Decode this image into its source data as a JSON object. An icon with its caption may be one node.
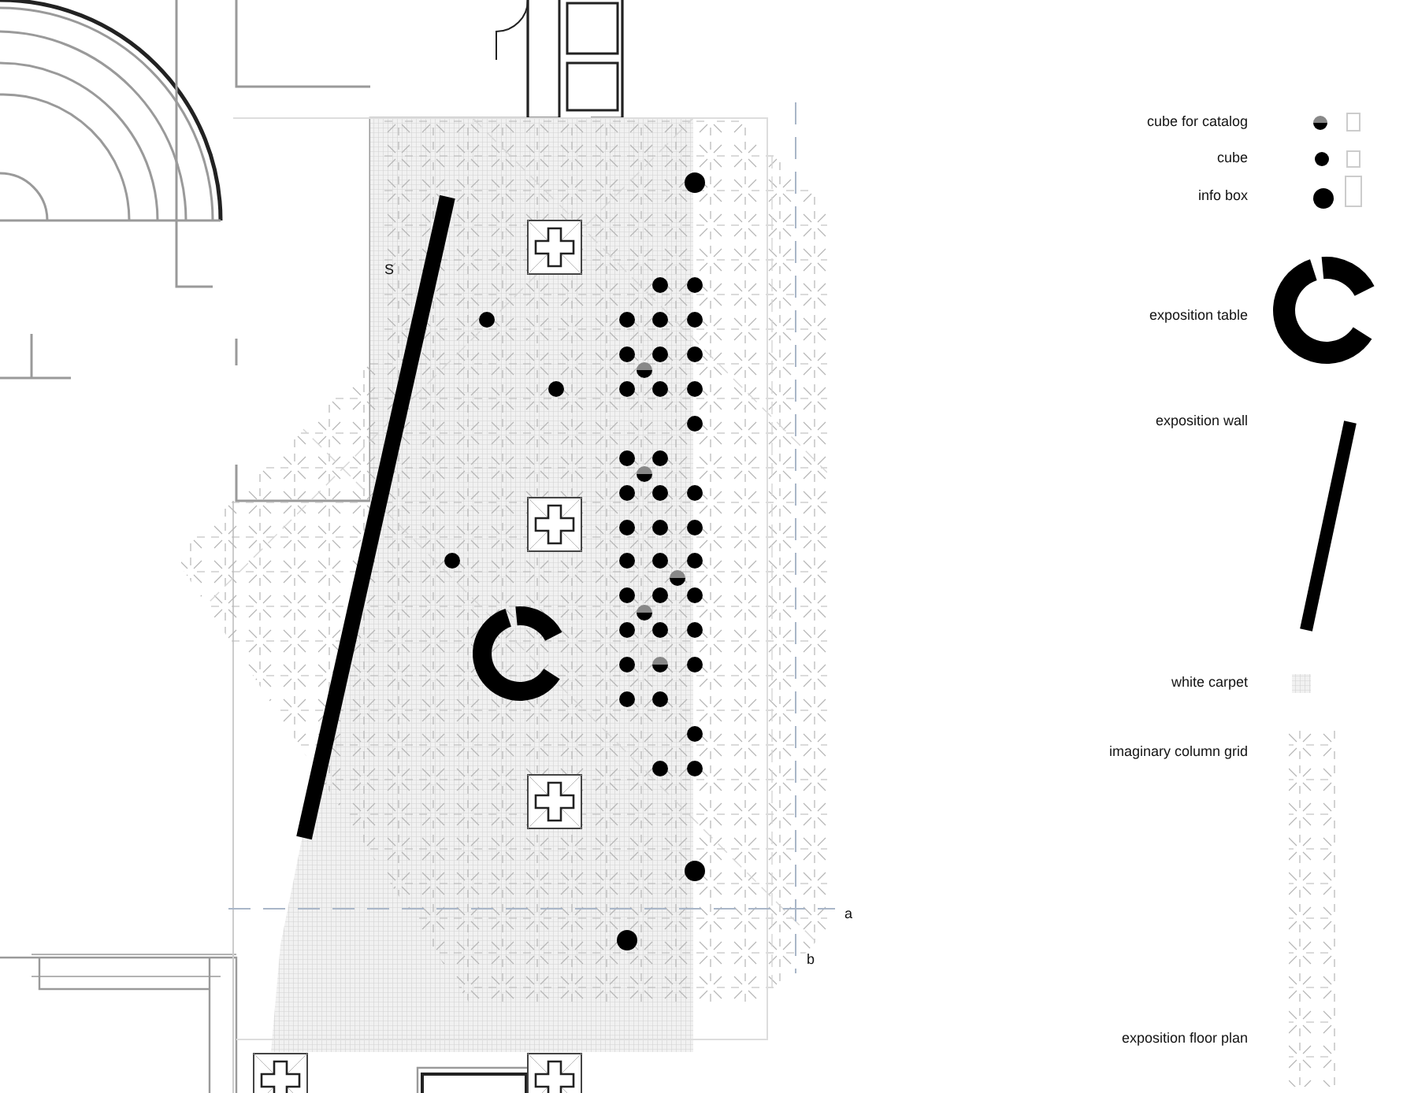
{
  "diagram": {
    "labels": [
      "S",
      "a",
      "b"
    ],
    "legend": [
      {
        "text": "cube for catalog"
      },
      {
        "text": "cube"
      },
      {
        "text": "info box"
      },
      {
        "text": "exposition table"
      },
      {
        "text": "exposition wall"
      },
      {
        "text": "white carpet"
      },
      {
        "text": "imaginary column grid"
      },
      {
        "text": "exposition floor plan"
      }
    ]
  }
}
